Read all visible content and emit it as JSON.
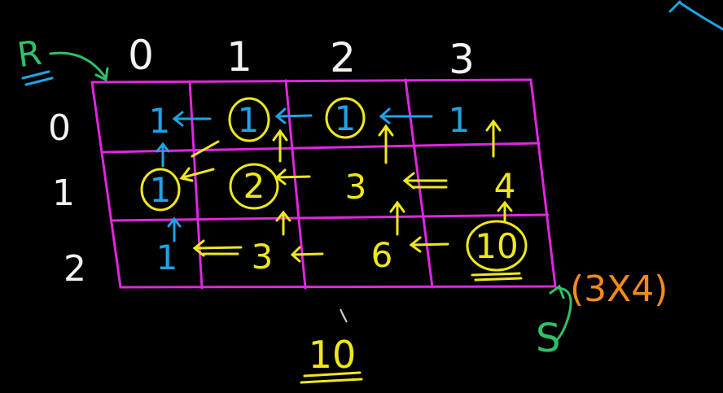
{
  "colors": {
    "background": "#000000",
    "grid": "#e026e0",
    "white": "#f2f2f2",
    "blue": "#1fa3e6",
    "yellow": "#efe81c",
    "green": "#2fc06a",
    "orange": "#f28a1e"
  },
  "labels": {
    "start": "R",
    "end": "S",
    "size": "(3X4)",
    "answer": "10"
  },
  "col_headers": [
    "0",
    "1",
    "2",
    "3"
  ],
  "row_headers": [
    "0",
    "1",
    "2"
  ],
  "cells": [
    [
      "1",
      "1",
      "1",
      "1"
    ],
    [
      "1",
      "2",
      "3",
      "4"
    ],
    [
      "1",
      "3",
      "6",
      "10"
    ]
  ]
}
